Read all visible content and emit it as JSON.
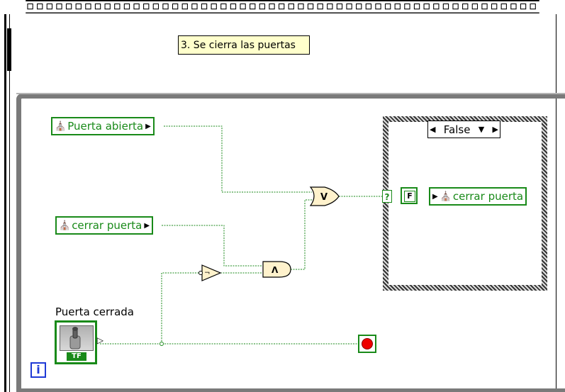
{
  "comment_label": "3. Se cierra las puertas",
  "globals": {
    "puerta_abierta": "Puerta abierta",
    "cerrar_puerta_read": "cerrar puerta",
    "cerrar_puerta_write": "cerrar puerta"
  },
  "control": {
    "label": "Puerta cerrada",
    "type_tag": "TF"
  },
  "case_structure": {
    "selector_value": "False",
    "tunnel_glyph": "?",
    "constant": "F"
  },
  "gates": {
    "or": "V",
    "and": "Λ",
    "not": "¬"
  },
  "loop_iteration": "i",
  "colors": {
    "boolean_wire": "#198a19",
    "loop_border": "#7a7a7a",
    "iteration_terminal": "#1f3ad6",
    "stop_button": "#e00000",
    "gate_fill": "#fff2cc"
  }
}
